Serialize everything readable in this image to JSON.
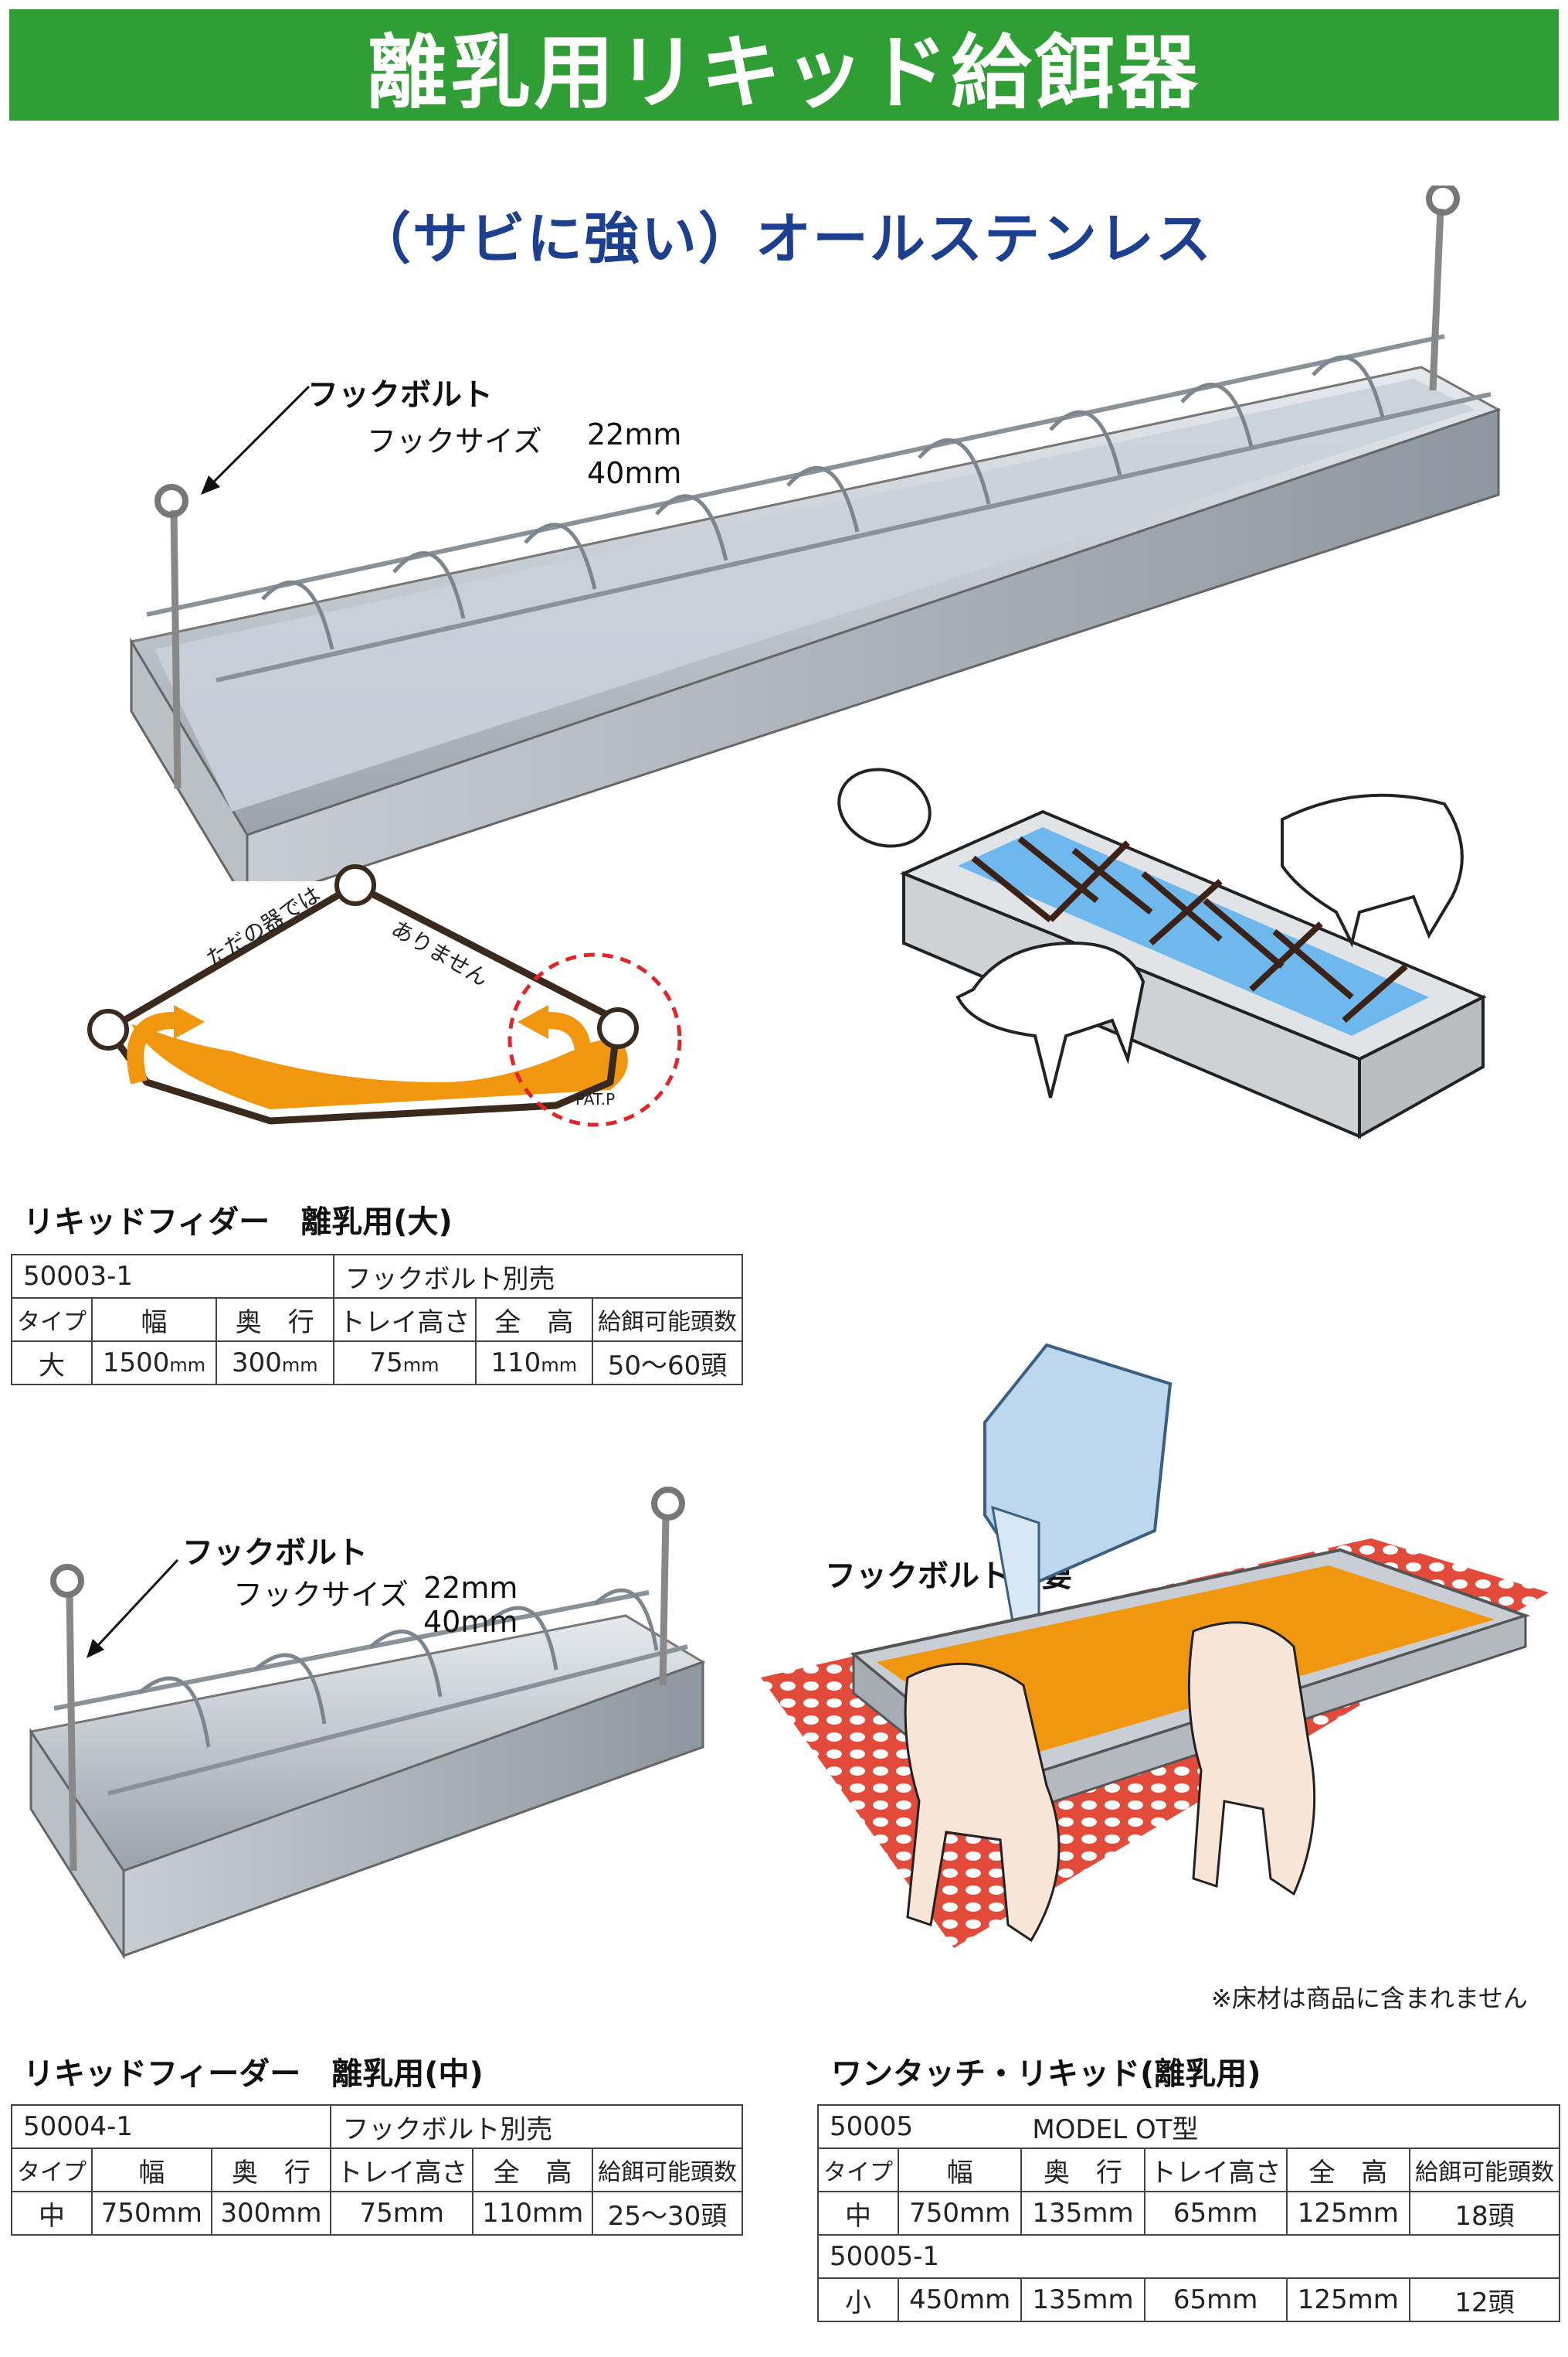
{
  "title": "離乳用リキッド給餌器",
  "subtitle": "（サビに強い）オールステンレス",
  "large_feeder": {
    "callout": {
      "title": "フックボルト",
      "size_label": "フックサイズ",
      "size_a": "22mm",
      "size_b": "40mm"
    },
    "diagram": {
      "left_text": "ただの器では",
      "right_text": "ありません",
      "patent": "PAT.P"
    },
    "section_title": "リキッドフィダー　離乳用(大)",
    "table": {
      "code": "50003-1",
      "note": "フックボルト別売",
      "headers": [
        "タイプ",
        "幅",
        "奥　行",
        "トレイ高さ",
        "全　高",
        "給餌可能頭数"
      ],
      "row": {
        "type": "大",
        "width": "1500",
        "depth": "300",
        "tray": "75",
        "height": "110",
        "unit": "mm",
        "heads": "50〜60頭"
      }
    }
  },
  "medium_feeder": {
    "callout": {
      "title": "フックボルト",
      "size_label": "フックサイズ",
      "size_a": "22mm",
      "size_b": "40mm"
    },
    "section_title": "リキッドフィーダー　離乳用(中)",
    "table": {
      "code": "50004-1",
      "note": "フックボルト別売",
      "headers": [
        "タイプ",
        "幅",
        "奥　行",
        "トレイ高さ",
        "全　高",
        "給餌可能頭数"
      ],
      "row": [
        "中",
        "750mm",
        "300mm",
        "75mm",
        "110mm",
        "25〜30頭"
      ]
    }
  },
  "onetouch": {
    "callout": "フックボルト不要",
    "note": "※床材は商品に含まれません",
    "section_title": "ワンタッチ・リキッド(離乳用)",
    "table": {
      "code": "50005",
      "model": "MODEL OT型",
      "headers": [
        "タイプ",
        "幅",
        "奥　行",
        "トレイ高さ",
        "全　高",
        "給餌可能頭数"
      ],
      "row1": [
        "中",
        "750mm",
        "135mm",
        "65mm",
        "125mm",
        "18頭"
      ],
      "code2": "50005-1",
      "row2": [
        "小",
        "450mm",
        "135mm",
        "65mm",
        "125mm",
        "12頭"
      ]
    }
  },
  "colors": {
    "title_green": "#2f9e34",
    "subtitle_blue": "#1c3f8f",
    "feed_orange": "#f0960f",
    "floor_red": "#e24a3a",
    "highlight_red": "#e0262a"
  }
}
